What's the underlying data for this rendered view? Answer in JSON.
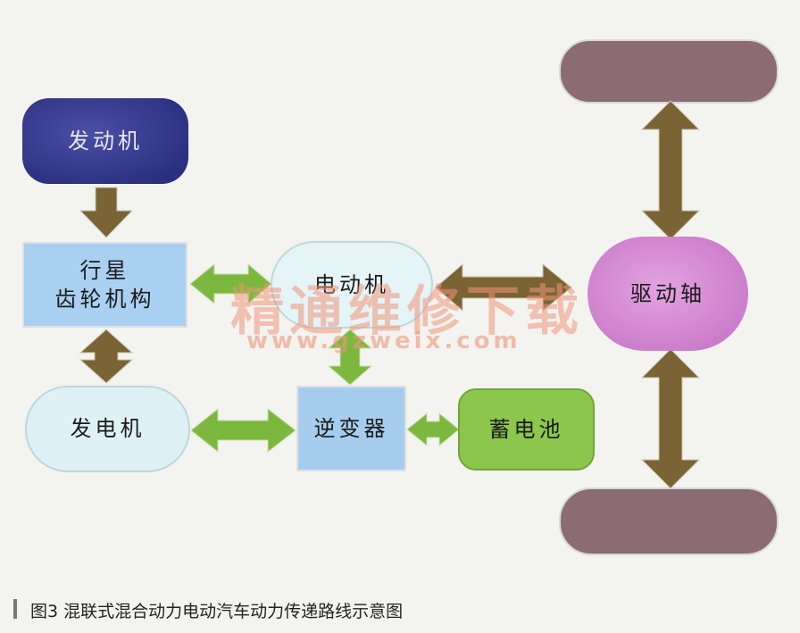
{
  "nodes": {
    "engine": "发动机",
    "planetary_line1": "行星",
    "planetary_line2": "齿轮机构",
    "generator": "发电机",
    "motor": "电动机",
    "inverter": "逆变器",
    "battery": "蓄电池",
    "drive_shaft": "驱动轴"
  },
  "watermark": {
    "text_cn": "精通维修下载",
    "url": "www.gzweix.com"
  },
  "caption": "图3  混联式混合动力电动汽车动力传递路线示意图",
  "colors": {
    "brown_arrow": "#7a6334",
    "green_arrow": "#7cb83e",
    "wheel": "#8b6c73"
  }
}
